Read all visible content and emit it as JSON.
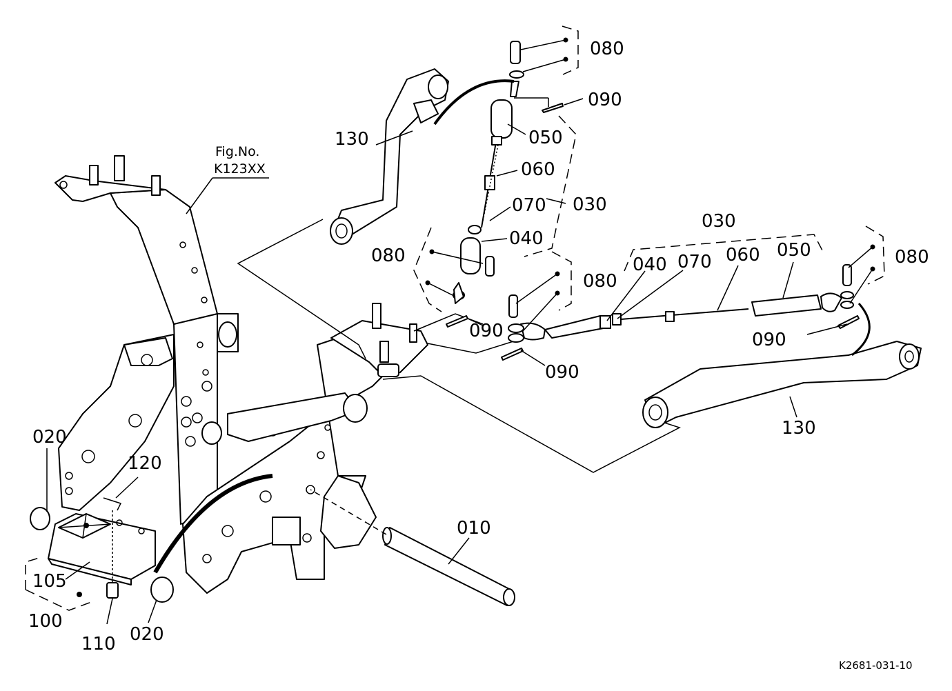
{
  "figure_ref": {
    "line1": "Fig.No.",
    "line2": "K123XX"
  },
  "drawing_code": "K2681-031-10",
  "callouts": {
    "c080_top": "080",
    "c090_top": "090",
    "c130_left": "130",
    "c050_left": "050",
    "c060_left": "060",
    "c070_left": "070",
    "c030_left": "030",
    "c040_left": "040",
    "c080_midleft": "080",
    "c090_midleft": "090",
    "c080_center": "080",
    "c090_center": "090",
    "c030_right": "030",
    "c040_right": "040",
    "c070_right": "070",
    "c060_right": "060",
    "c050_right": "050",
    "c080_right": "080",
    "c090_right": "090",
    "c130_right": "130",
    "c010": "010",
    "c120": "120",
    "c020_top": "020",
    "c105": "105",
    "c100": "100",
    "c110": "110",
    "c020_bottom": "020"
  },
  "colors": {
    "ink": "#000000",
    "paper": "#ffffff"
  }
}
